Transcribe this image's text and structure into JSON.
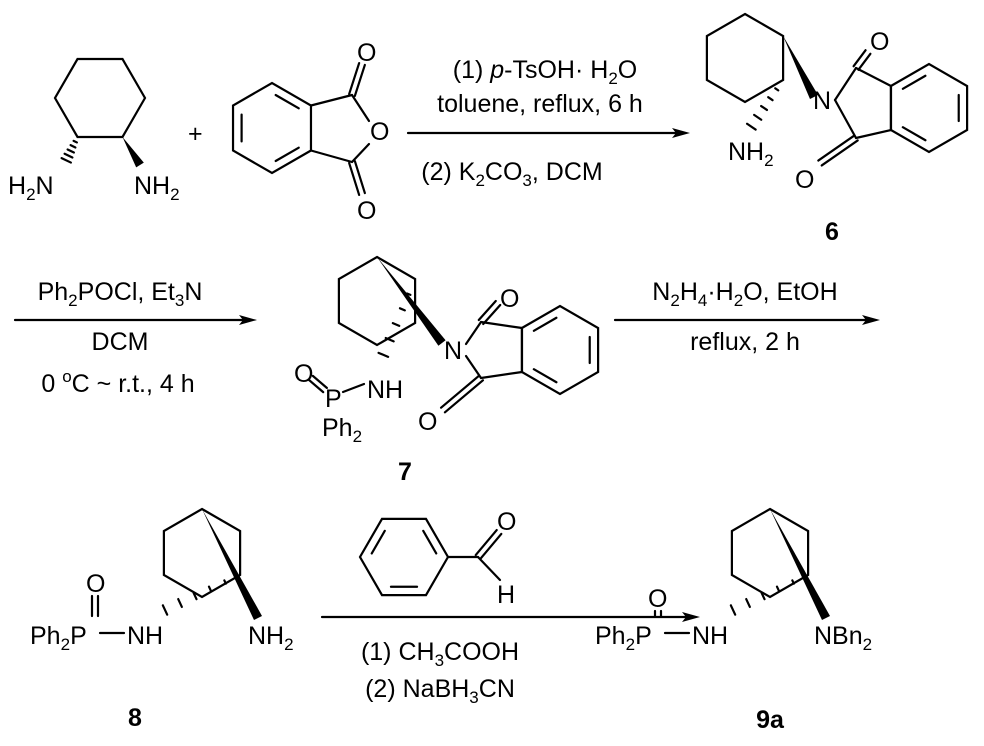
{
  "scheme": {
    "plus": "+",
    "step1": {
      "line1": [
        "(1) ",
        "p",
        "-TsOH· H",
        "2",
        "O"
      ],
      "line2": "toluene, reflux, 6 h",
      "line3": [
        "(2) K",
        "2",
        "CO",
        "3",
        ", DCM"
      ]
    },
    "step2": {
      "line1": [
        "Ph",
        "2",
        "POCl, Et",
        "3",
        "N"
      ],
      "line2": "DCM",
      "line3": [
        "0 ",
        "o",
        "C ~ r.t., 4 h"
      ]
    },
    "step3": {
      "line1": [
        "N",
        "2",
        "H",
        "4",
        "·H",
        "2",
        "O, EtOH"
      ],
      "line2": "reflux, 2 h"
    },
    "step4": {
      "line1": [
        "(1) CH",
        "3",
        "COOH"
      ],
      "line2": [
        "(2) NaBH",
        "3",
        "CN"
      ]
    }
  },
  "atoms": {
    "O": "O",
    "N": "N",
    "H": "H",
    "P": "P",
    "NH": "NH",
    "H2N": [
      "H",
      "2",
      "N"
    ],
    "NH2": [
      "NH",
      "2"
    ],
    "Ph2": [
      "Ph",
      "2"
    ],
    "Ph2P": [
      "Ph",
      "2",
      "P"
    ],
    "NBn2": [
      "NBn",
      "2"
    ]
  },
  "compounds": {
    "c6": "6",
    "c7": "7",
    "c8": "8",
    "c9a": "9a"
  }
}
